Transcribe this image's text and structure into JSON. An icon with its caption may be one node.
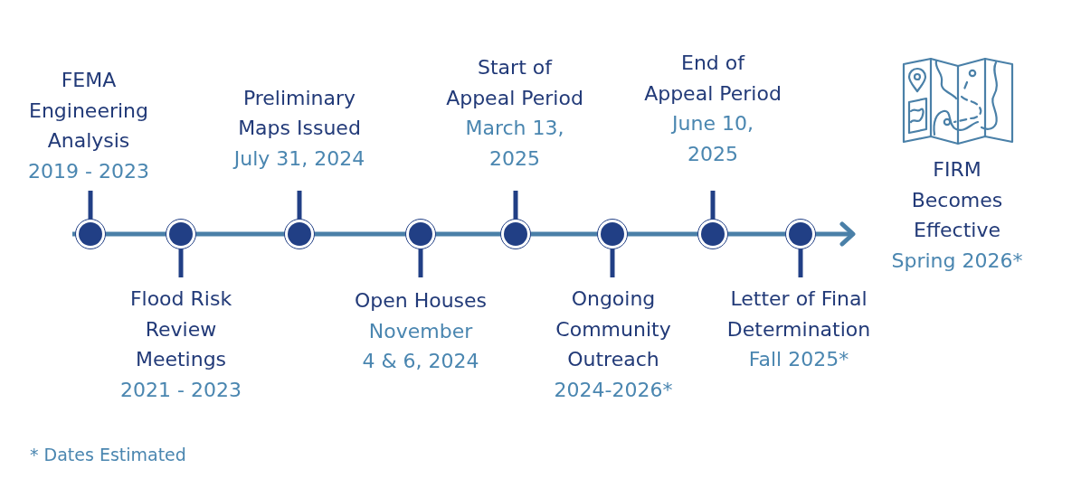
{
  "diagram": {
    "nodes": [
      {
        "text": [
          "FEMA Engineering Analysis",
          "2019 - 2023"
        ]
      },
      {
        "text": [
          "Flood Risk Review Meetings",
          "2021 - 2023"
        ]
      },
      {
        "text": [
          "Preliminary Maps Issued",
          "July 31, 2024"
        ]
      },
      {
        "text": [
          "Open Houses",
          "November 4 & 6, 2024"
        ]
      },
      {
        "text": [
          "Start of Appeal Period",
          "March 13, 2025"
        ]
      },
      {
        "text": [
          "Ongoing Community Outreach",
          "2024-2026*"
        ]
      },
      {
        "text": [
          "End of Appeal Period",
          "June 10, 2025"
        ]
      },
      {
        "text": [
          "Letter of Final Determination",
          "Fall 2025*"
        ]
      },
      {
        "text": [
          "FIRM Becomes Effective",
          "Spring 2026*"
        ]
      }
    ],
    "labels": [
      "* Dates Estimated"
    ]
  }
}
